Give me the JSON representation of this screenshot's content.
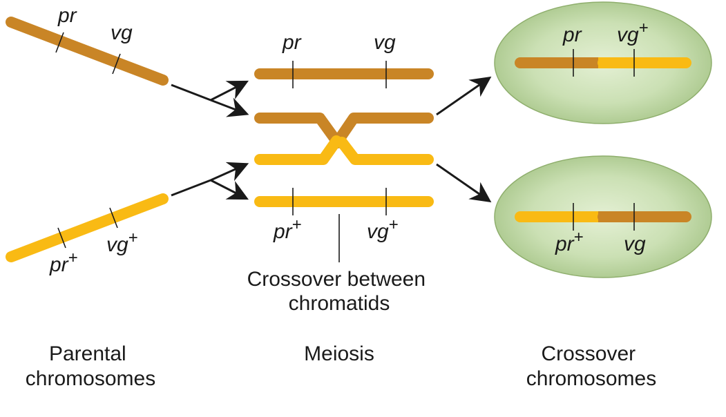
{
  "colors": {
    "dark_chromosome": "#C98526",
    "light_chromosome": "#F9BA14",
    "cell_fill": "#C7DDB0",
    "cell_edge": "#8EAE6C",
    "arrow": "#1a1a1a"
  },
  "parental": {
    "top": {
      "locus1": "pr",
      "locus2": "vg"
    },
    "bottom": {
      "locus1": "pr",
      "locus1_sup": "+",
      "locus2": "vg",
      "locus2_sup": "+"
    }
  },
  "meiosis": {
    "top": {
      "locus1": "pr",
      "locus2": "vg"
    },
    "bottom": {
      "locus1": "pr",
      "locus1_sup": "+",
      "locus2": "vg",
      "locus2_sup": "+"
    },
    "crossover_label_line1": "Crossover between",
    "crossover_label_line2": "chromatids"
  },
  "result": {
    "top": {
      "locus1": "pr",
      "locus2": "vg",
      "locus2_sup": "+"
    },
    "bottom": {
      "locus1": "pr",
      "locus1_sup": "+",
      "locus2": "vg"
    }
  },
  "captions": {
    "parental_line1": "Parental",
    "parental_line2": "chromosomes",
    "meiosis": "Meiosis",
    "crossover_line1": "Crossover",
    "crossover_line2": "chromosomes"
  }
}
